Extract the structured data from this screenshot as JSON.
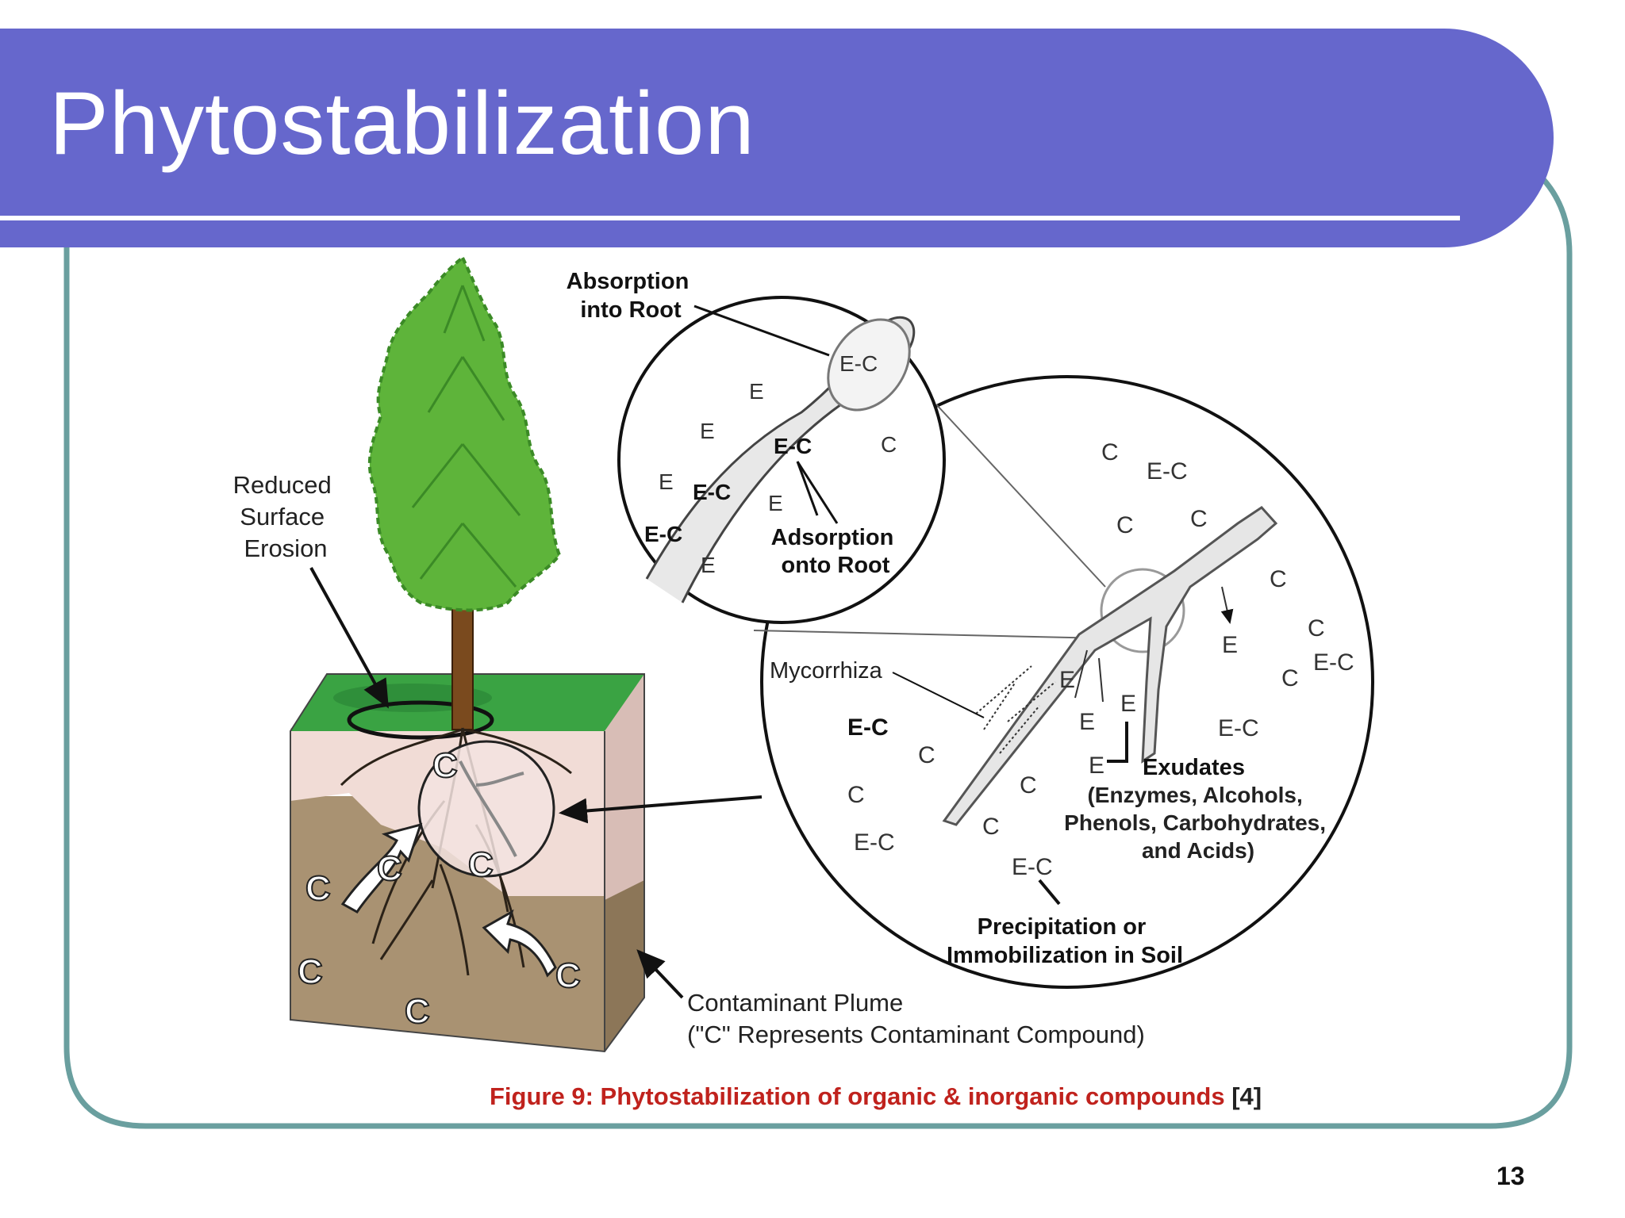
{
  "slide": {
    "title": "Phytostabilization",
    "page_number": "13",
    "caption": {
      "text": "Figure 9: Phytostabilization of organic & inorganic compounds",
      "citation": "[4]"
    }
  },
  "colors": {
    "title_bar": "#6667cc",
    "frame_border": "#6a9f9f",
    "caption": "#c0221d",
    "foliage": "#5eb43a",
    "grass": "#3aa343",
    "topsoil": "#f1dcd6",
    "subsoil": "#a99272"
  },
  "diagram": {
    "labels": {
      "reduced_erosion": [
        "Reduced",
        "Surface",
        "Erosion"
      ],
      "absorption": [
        "Absorption",
        "into Root"
      ],
      "adsorption": [
        "Adsorption",
        "onto Root"
      ],
      "mycorrhiza": "Mycorrhiza",
      "exudates_title": "Exudates",
      "exudates_detail": [
        "(Enzymes, Alcohols,",
        "Phenols, Carbohydrates,",
        "and Acids)"
      ],
      "precipitation": [
        "Precipitation or",
        "Immobilization in Soil"
      ],
      "plume": [
        "Contaminant Plume",
        "(\"C\" Represents Contaminant Compound)"
      ]
    },
    "top_circle_marks": [
      {
        "text": "E-C",
        "bold": false
      },
      {
        "text": "E",
        "bold": false
      },
      {
        "text": "E",
        "bold": false
      },
      {
        "text": "E-C",
        "bold": true
      },
      {
        "text": "C",
        "bold": false
      },
      {
        "text": "E",
        "bold": false
      },
      {
        "text": "E-C",
        "bold": true
      },
      {
        "text": "E",
        "bold": false
      },
      {
        "text": "E-C",
        "bold": true
      },
      {
        "text": "E",
        "bold": false
      }
    ],
    "large_circle_marks": [
      {
        "text": "C",
        "bold": false
      },
      {
        "text": "E-C",
        "bold": false
      },
      {
        "text": "C",
        "bold": false
      },
      {
        "text": "C",
        "bold": false
      },
      {
        "text": "C",
        "bold": false
      },
      {
        "text": "C",
        "bold": false
      },
      {
        "text": "C",
        "bold": false
      },
      {
        "text": "E-C",
        "bold": false
      },
      {
        "text": "E",
        "bold": false
      },
      {
        "text": "E",
        "bold": false
      },
      {
        "text": "E",
        "bold": false
      },
      {
        "text": "E",
        "bold": false
      },
      {
        "text": "E-C",
        "bold": false
      },
      {
        "text": "E-C",
        "bold": true
      },
      {
        "text": "C",
        "bold": false
      },
      {
        "text": "C",
        "bold": false
      },
      {
        "text": "C",
        "bold": false
      },
      {
        "text": "E-C",
        "bold": false
      },
      {
        "text": "C",
        "bold": false
      },
      {
        "text": "E-C",
        "bold": false
      },
      {
        "text": "E",
        "bold": false
      }
    ],
    "soil_block_marks": [
      "C",
      "C",
      "C",
      "C",
      "C",
      "C",
      "C"
    ]
  }
}
